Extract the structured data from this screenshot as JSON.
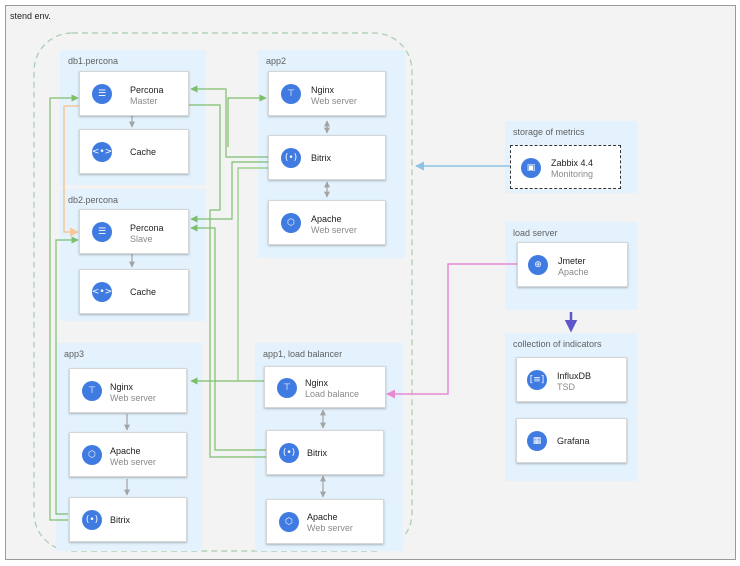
{
  "frame": {
    "title": "stend env."
  },
  "groups": {
    "db1": {
      "title": "db1.percona"
    },
    "db2": {
      "title": "db2.percona"
    },
    "app2": {
      "title": "app2"
    },
    "app3": {
      "title": "app3"
    },
    "app1": {
      "title": "app1, load balancer"
    },
    "storage": {
      "title": "storage of metrics"
    },
    "load": {
      "title": "load server"
    },
    "collection": {
      "title": "collection of indicators"
    }
  },
  "nodes": {
    "percona_master": {
      "name": "Percona",
      "sub": "Master",
      "icon": "database-icon"
    },
    "cache1": {
      "name": "Cache",
      "icon": "cache-icon"
    },
    "percona_slave": {
      "name": "Percona",
      "sub": "Slave",
      "icon": "database-icon"
    },
    "cache2": {
      "name": "Cache",
      "icon": "cache-icon"
    },
    "app2_nginx": {
      "name": "Nginx",
      "sub": "Web server",
      "icon": "network-icon"
    },
    "app2_bitrix": {
      "name": "Bitrix",
      "icon": "code-icon"
    },
    "app2_apache": {
      "name": "Apache",
      "sub": "Web server",
      "icon": "hexagon-icon"
    },
    "app3_nginx": {
      "name": "Nginx",
      "sub": "Web server",
      "icon": "network-icon"
    },
    "app3_apache": {
      "name": "Apache",
      "sub": "Web server",
      "icon": "hexagon-icon"
    },
    "app3_bitrix": {
      "name": "Bitrix",
      "icon": "code-icon"
    },
    "app1_nginx": {
      "name": "Nginx",
      "sub": "Load balance",
      "icon": "network-icon"
    },
    "app1_bitrix": {
      "name": "Bitrix",
      "icon": "code-icon"
    },
    "app1_apache": {
      "name": "Apache",
      "sub": "Web server",
      "icon": "hexagon-icon"
    },
    "zabbix": {
      "name": "Zabbix 4.4",
      "sub": "Monitoring",
      "icon": "monitor-icon"
    },
    "jmeter": {
      "name": "Jmeter",
      "sub": "Apache",
      "icon": "gauge-icon"
    },
    "influx": {
      "name": "InfluxDB",
      "sub": "TSD",
      "icon": "brackets-icon"
    },
    "grafana": {
      "name": "Grafana",
      "icon": "dashboard-icon"
    }
  },
  "colors": {
    "group_bg": "#e3f2fd",
    "icon_blue": "#3f7be0",
    "green": "#7cbf6b",
    "orange": "#f5c79a",
    "blue": "#8cc4e8",
    "pink": "#e88ad2",
    "purple": "#5f57c9",
    "gray": "#a3a3a3",
    "cluster_border": "#a9cbb0"
  }
}
